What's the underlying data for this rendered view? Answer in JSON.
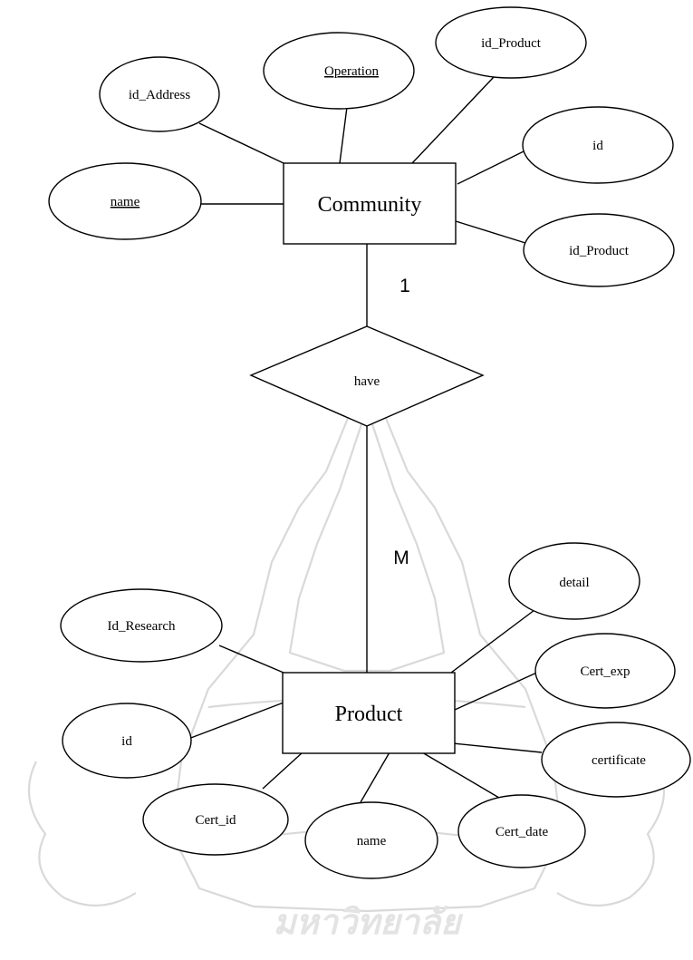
{
  "entities": {
    "community": {
      "label": "Community"
    },
    "product": {
      "label": "Product"
    }
  },
  "relationship": {
    "label": "have",
    "cardinality_one": "1",
    "cardinality_many": "M"
  },
  "community_attributes": {
    "id_address": "id_Address",
    "operation": "Operation",
    "id_product_top": "id_Product",
    "id": "id",
    "name": "name",
    "id_product_bottom": "id_Product"
  },
  "product_attributes": {
    "id_research": "Id_Research",
    "detail": "detail",
    "cert_exp": "Cert_exp",
    "id": "id",
    "certificate": "certificate",
    "cert_id": "Cert_id",
    "name": "name",
    "cert_date": "Cert_date"
  },
  "watermark_text": "มหาวิทยาลัย"
}
